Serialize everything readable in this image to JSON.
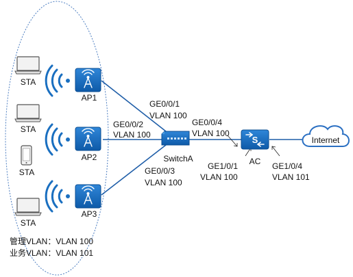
{
  "stations": [
    {
      "label": "STA",
      "device": "laptop"
    },
    {
      "label": "STA",
      "device": "laptop"
    },
    {
      "label": "STA",
      "device": "phone"
    },
    {
      "label": "STA",
      "device": "laptop"
    }
  ],
  "aps": [
    {
      "label": "AP1"
    },
    {
      "label": "AP2"
    },
    {
      "label": "AP3"
    }
  ],
  "switch": {
    "label": "SwitchA"
  },
  "ac": {
    "label": "AC"
  },
  "internet": {
    "label": "Internet"
  },
  "links": {
    "ap1_sw": {
      "port": "GE0/0/1",
      "vlan": "VLAN 100"
    },
    "ap2_sw": {
      "port": "GE0/0/2",
      "vlan": "VLAN 100"
    },
    "ap3_sw": {
      "port": "GE0/0/3",
      "vlan": "VLAN 100"
    },
    "sw_ac": {
      "port": "GE0/0/4",
      "vlan": "VLAN 100"
    },
    "ac_sw": {
      "port": "GE1/0/1",
      "vlan": "VLAN 100"
    },
    "ac_internet": {
      "port": "GE1/0/4",
      "vlan": "VLAN 101"
    }
  },
  "legend": {
    "mgmt": "管理VLAN：VLAN 100",
    "service": "业务VLAN：VLAN 101"
  },
  "colors": {
    "device_blue": "#1a6fc0",
    "link_blue": "#1f5ea8",
    "ellipse_dash": "#4a7cc0",
    "cloud_stroke": "#2a6fc2"
  }
}
